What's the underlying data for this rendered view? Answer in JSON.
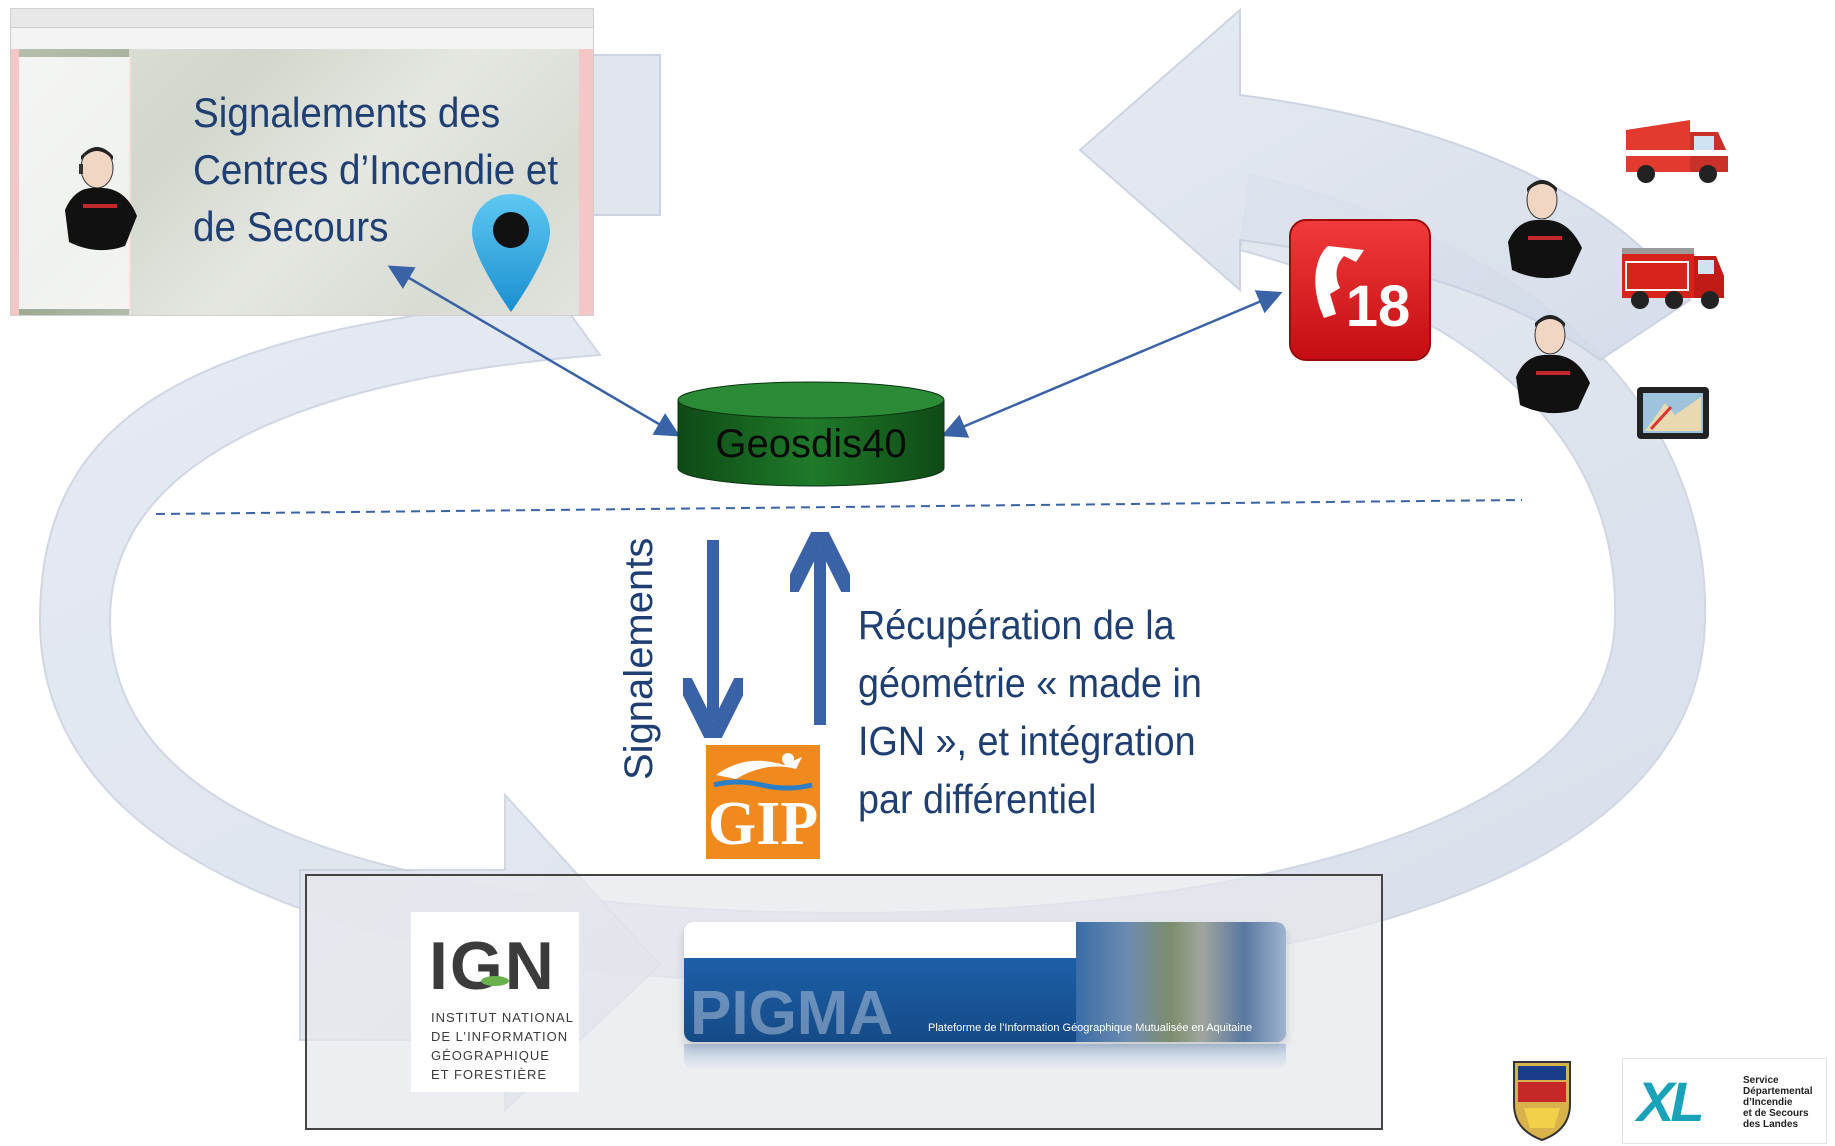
{
  "cis_block": {
    "title_lines": [
      "Signalements des",
      "Centres d’Incendie et",
      "de Secours"
    ]
  },
  "center_node": {
    "label": "Geosdis40"
  },
  "phone_badge": {
    "number": "18"
  },
  "flow": {
    "vertical_label": "Signalements",
    "recuperation_lines": [
      "Récupération de la",
      "géométrie « made in",
      "IGN », et intégration",
      "par différentiel"
    ]
  },
  "gip_logo": {
    "text": "GIP"
  },
  "ign_logo": {
    "wordmark": "IGN",
    "lines": [
      "INSTITUT NATIONAL",
      "DE L’INFORMATION",
      "GÉOGRAPHIQUE",
      "ET FORESTIÈRE"
    ]
  },
  "pigma_banner": {
    "wordmark": "PIGMA",
    "tagline": "Plateforme de l’Information Géographique Mutualisée en Aquitaine"
  },
  "sdis_logo": {
    "mark": "XL",
    "lines": [
      "Service",
      "Départemental",
      "d’Incendie",
      "et de Secours",
      "des Landes"
    ]
  },
  "colors": {
    "text_blue": "#1f3f73",
    "arrow_blue": "#3a62a6",
    "cycle_fill": "#dfe5ef",
    "node_green": "#145a1c",
    "phone_red": "#e3151b",
    "gip_orange": "#f08a1f",
    "ign_green": "#6ab04c"
  }
}
